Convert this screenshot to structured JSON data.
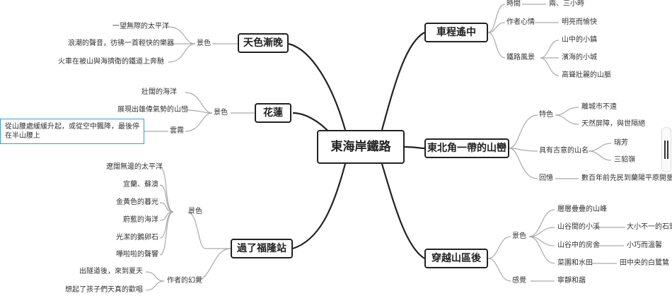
{
  "root": "東海岸鐵路",
  "branches": {
    "sunset": {
      "title": "天色漸晚",
      "jingse": "景色",
      "items": [
        "一望無際的太平洋",
        "浪潮的聲音，彷彿一首輕快的樂器",
        "火車在被山與海擠衛的鐵道上奔馳"
      ]
    },
    "hualien": {
      "title": "花蓮",
      "jingse": "景色",
      "items": [
        "壯闊的海洋",
        "展現出雄偉氣勢的山巒"
      ],
      "fog": "雲霧",
      "fog_note": "從山腰處緩緩升起，或從空中飄降，最後停在半山腰上"
    },
    "fulong": {
      "title": "過了福隆站",
      "jingse": "景色",
      "items": [
        "遼闊無邊的太平洋",
        "宜蘭、蘇澳",
        "金黃色的暮光",
        "蔚藍的海洋",
        "光潔的鵝卵石",
        "嘩啦啦的聲響"
      ],
      "fantasy": "作者的幻覺",
      "fantasy_items": [
        "出隧道後，來到夏天",
        "想起了孩子們天真的歡唱"
      ]
    },
    "journey": {
      "title": "車程遙中",
      "time": "時間",
      "time_value": "兩、三小時",
      "mood": "作者心情",
      "mood_value": "明亮而愉快",
      "scenery": "鐵路風景",
      "scenery_items": [
        "山中的小鎮",
        "濱海的小城",
        "高聳壯麗的山脈"
      ]
    },
    "northeast": {
      "title": "東北角一帶的山巒",
      "feature": "特色",
      "feature_items": [
        "離城市不遠",
        "天然屏障，與世隔絕"
      ],
      "names": "具有古意的山名",
      "names_items": [
        "瑞芳",
        "三貂嶺"
      ],
      "memory": "回憶",
      "memory_value": "數百年前先民到蘭陽平原開墾"
    },
    "mountain": {
      "title": "穿越山區後",
      "jingse": "景色",
      "items": [
        "層層疊疊的山峰",
        "山谷間的小溪",
        "山谷中的房舍",
        "菜園和水田"
      ],
      "items_detail": [
        "大小不一的石頭",
        "小巧而溫馨",
        "田中央的白鷺鷥"
      ],
      "feeling": "感覺",
      "feeling_value": "寧靜和諧"
    }
  }
}
